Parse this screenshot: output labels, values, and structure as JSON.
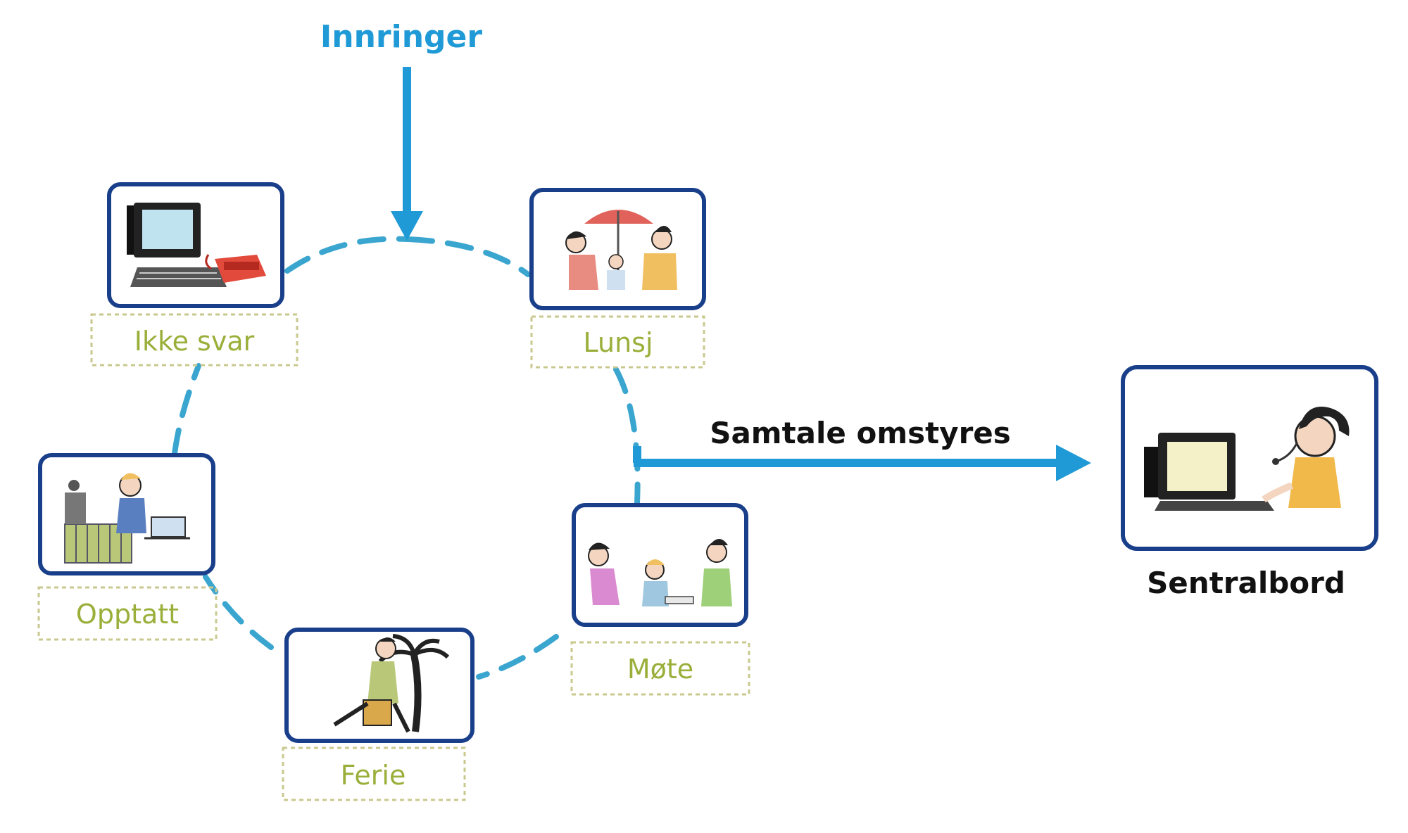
{
  "diagram": {
    "incoming_label": "Innringer",
    "redirect_label": "Samtale omstyres",
    "switchboard_label": "Sentralbord",
    "states": [
      {
        "id": "ikke-svar",
        "label": "Ikke svar",
        "icon": "computer-and-telephone-icon"
      },
      {
        "id": "lunsj",
        "label": "Lunsj",
        "icon": "lunch-under-umbrella-icon"
      },
      {
        "id": "mote",
        "label": "Møte",
        "icon": "meeting-people-icon"
      },
      {
        "id": "ferie",
        "label": "Ferie",
        "icon": "vacation-palm-tree-icon"
      },
      {
        "id": "opptatt",
        "label": "Opptatt",
        "icon": "busy-person-on-phone-icon"
      }
    ],
    "switchboard_icon": "switchboard-operator-icon",
    "colors": {
      "arrow": "#1f9ad6",
      "dashed_loop": "#3aa6cf",
      "card_border": "#1a3f8a",
      "state_label": "#9aaf3a",
      "label_box_border": "#c9c98f"
    }
  }
}
